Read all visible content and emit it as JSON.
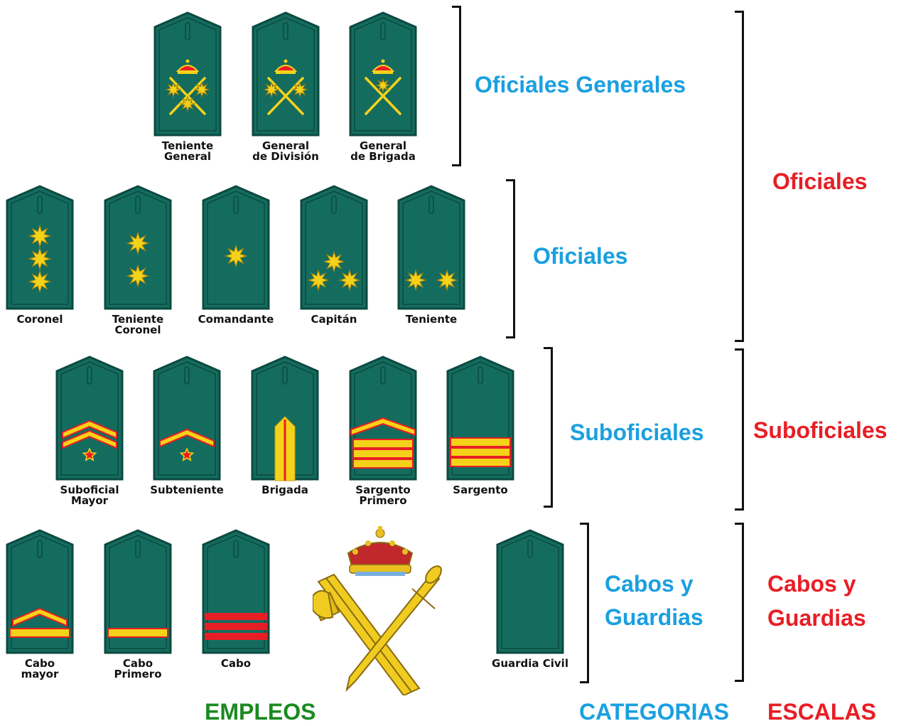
{
  "colors": {
    "board": "#146c5e",
    "board_edge": "#0c4a40",
    "gold": "#f5d21a",
    "red": "#e81e25",
    "categoria": "#1aa0e0",
    "escala": "#e81e25",
    "empleos": "#1a8a20"
  },
  "ranks": [
    {
      "key": "teniente-general",
      "label": "Teniente\nGeneral",
      "insignia": "general-3"
    },
    {
      "key": "general-division",
      "label": "General\nde División",
      "insignia": "general-2"
    },
    {
      "key": "general-brigada",
      "label": "General\nde Brigada",
      "insignia": "general-1"
    },
    {
      "key": "coronel",
      "label": "Coronel",
      "insignia": "stars-3-col"
    },
    {
      "key": "teniente-coronel",
      "label": "Teniente\nCoronel",
      "insignia": "stars-2-col"
    },
    {
      "key": "comandante",
      "label": "Comandante",
      "insignia": "star-1"
    },
    {
      "key": "capitan",
      "label": "Capitán",
      "insignia": "stars-3-tri"
    },
    {
      "key": "teniente",
      "label": "Teniente",
      "insignia": "stars-2-row"
    },
    {
      "key": "suboficial-mayor",
      "label": "Suboficial\nMayor",
      "insignia": "chevron-2-star"
    },
    {
      "key": "subteniente",
      "label": "Subteniente",
      "insignia": "chevron-1-star"
    },
    {
      "key": "brigada",
      "label": "Brigada",
      "insignia": "vertical-bar"
    },
    {
      "key": "sargento-primero",
      "label": "Sargento\nPrimero",
      "insignia": "chevron-bars"
    },
    {
      "key": "sargento",
      "label": "Sargento",
      "insignia": "bars-3"
    },
    {
      "key": "cabo-mayor",
      "label": "Cabo\nmayor",
      "insignia": "chevron-bar"
    },
    {
      "key": "cabo-primero",
      "label": "Cabo\nPrimero",
      "insignia": "bar-1"
    },
    {
      "key": "cabo",
      "label": "Cabo",
      "insignia": "red-bars"
    },
    {
      "key": "guardia-civil",
      "label": "Guardia Civil",
      "insignia": "none"
    }
  ],
  "categorias": {
    "oficiales_generales": "Oficiales Generales",
    "oficiales": "Oficiales",
    "suboficiales": "Suboficiales",
    "cabos_guardias_1": "Cabos y",
    "cabos_guardias_2": "Guardias"
  },
  "escalas": {
    "oficiales": "Oficiales",
    "suboficiales": "Suboficiales",
    "cabos_guardias_1": "Cabos y",
    "cabos_guardias_2": "Guardias"
  },
  "footer": {
    "empleos": "EMPLEOS",
    "categorias": "CATEGORIAS",
    "escalas": "ESCALAS"
  },
  "emblem": {
    "name": "guardia-civil-emblem"
  }
}
